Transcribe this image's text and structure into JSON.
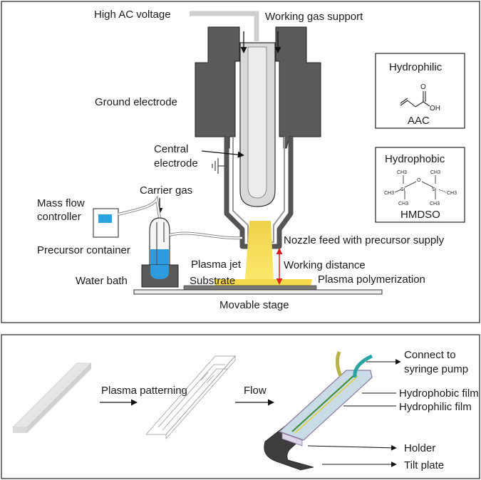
{
  "top_panel": {
    "labels": {
      "high_ac_voltage": "High AC voltage",
      "working_gas_support": "Working gas support",
      "ground_electrode": "Ground electrode",
      "central_electrode_line1": "Central",
      "central_electrode_line2": "electrode",
      "mass_flow_line1": "Mass flow",
      "mass_flow_line2": "controller",
      "carrier_gas": "Carrier gas",
      "precursor_container": "Precursor container",
      "water_bath": "Water bath",
      "plasma_jet": "Plasma jet",
      "substrate": "Substrate",
      "nozzle_feed": "Nozzle feed with precursor supply",
      "working_distance": "Working distance",
      "plasma_polymerization": "Plasma polymerization",
      "movable_stage": "Movable stage"
    },
    "hydrophilic_box": {
      "title": "Hydrophilic",
      "compound": "AAC",
      "atoms": {
        "o": "O",
        "oh": "OH"
      }
    },
    "hydrophobic_box": {
      "title": "Hydrophobic",
      "compound": "HMDSO",
      "atoms": {
        "si1": "Si",
        "si2": "Si",
        "o": "O",
        "ch3_a": "CH3",
        "ch3_b": "CH3",
        "ch3_c": "CH3",
        "ch3_d": "CH3",
        "ch3_e": "CH3",
        "ch3_f": "CH3"
      }
    },
    "colors": {
      "electrode": "#5a5a5a",
      "tube": "#d9d9d9",
      "plasma": "#f5d94a",
      "water": "#2d9be0",
      "mfc_screen": "#29a4e0",
      "working_distance_arrow": "#d82020",
      "stage": "#e8e8e8",
      "substrate": "#777777"
    }
  },
  "bottom_panel": {
    "labels": {
      "plasma_patterning": "Plasma patterning",
      "flow": "Flow",
      "connect_line1": "Connect to",
      "connect_line2": "syringe pump",
      "hydrophobic_film": "Hydrophobic film",
      "hydrophilic_film": "Hydrophilic film",
      "holder": "Holder",
      "tilt_plate": "Tilt plate"
    },
    "colors": {
      "tubing_olive": "#b8b24a",
      "tubing_teal": "#2aa3a3",
      "tilt_plate": "#3d3d3d",
      "holder_glass": "#c9dbe4",
      "hydrophilic_line": "#3a8a3a",
      "hydrophobic_line": "#e0d23a"
    }
  }
}
